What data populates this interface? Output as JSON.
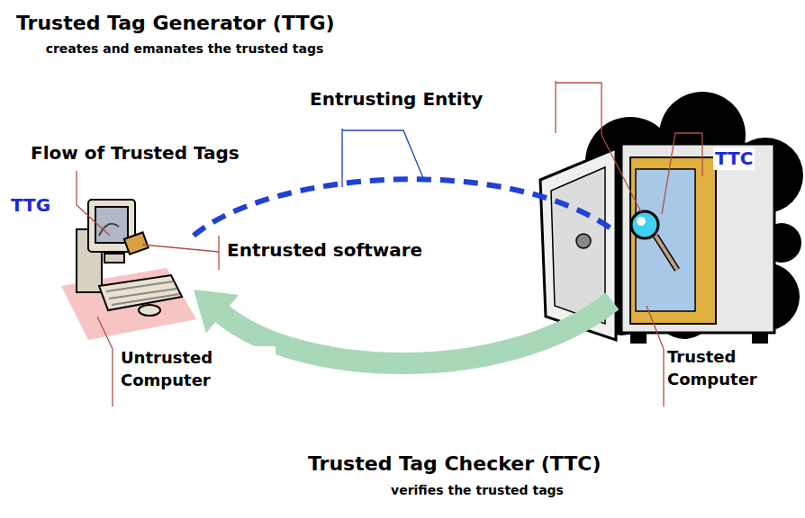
{
  "diagram": {
    "title": "Trusted Tag Generator (TTG)",
    "nodes": [
      {
        "text": [
          "Untrusted Computer"
        ]
      },
      {
        "text": [
          "Trusted Computer"
        ]
      }
    ],
    "edges": [
      {
        "from": 1,
        "to": 0,
        "arrow": "to"
      },
      {
        "from": 0,
        "to": 1,
        "arrow": "none"
      }
    ],
    "labels": [
      "creates and emanates the trusted tags",
      "Entrusting Entity",
      "Flow of Trusted Tags",
      "TTG",
      "TTC",
      "Entrusted software",
      "Trusted Tag Checker (TTC)",
      "verifies the trusted tags"
    ]
  }
}
